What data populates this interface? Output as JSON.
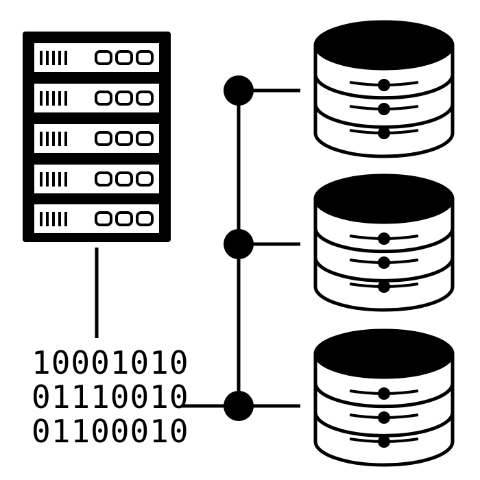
{
  "binary": {
    "lines": [
      "10001010",
      "01110010",
      "01100010"
    ]
  },
  "icons": {
    "server_rack": "server-rack-icon",
    "database": "database-icon",
    "network_node": "network-node-icon",
    "binary_code": "binary-code-icon"
  },
  "colors": {
    "ink": "#000000",
    "background": "#ffffff"
  }
}
